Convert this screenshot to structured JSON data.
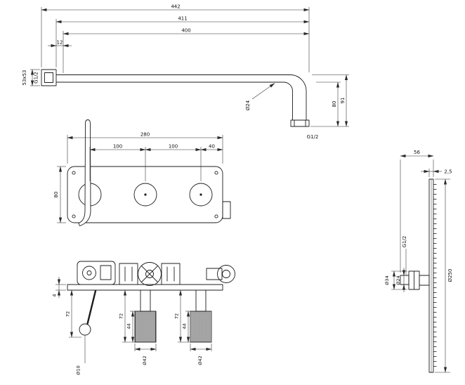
{
  "page": {
    "background": "#ffffff",
    "line_color": "#1c1c1c"
  },
  "views": {
    "arm": {
      "title": "shower-arm-side-view",
      "d442": "442",
      "d411": "411",
      "d400": "400",
      "d12": "12",
      "flange_size": "53x53",
      "wall_thread": "G1/2",
      "tube_dia": "Ø24",
      "drop_a": "80",
      "drop_b": "91",
      "end_thread": "G1/2"
    },
    "trim": {
      "title": "mixer-trim-front-view",
      "width": "280",
      "pitch_a": "100",
      "pitch_b": "100",
      "pitch_c": "40",
      "height": "80"
    },
    "valve": {
      "title": "mixer-bottom-view",
      "plate_thk": "4",
      "lever_len": "72",
      "lever_dia": "Ø10",
      "knob1_len": "72",
      "knob1_knurl": "44",
      "knob1_dia": "Ø42",
      "knob2_len": "72",
      "knob2_knurl": "44",
      "knob2_dia": "Ø42"
    },
    "head": {
      "title": "shower-head-side-view",
      "depth": "56",
      "plate_thk": "2,5",
      "inlet_thread": "G1/2",
      "flange_dia": "Ø34",
      "pipe_dia": "Ø24",
      "head_dia": "Ø250"
    }
  }
}
